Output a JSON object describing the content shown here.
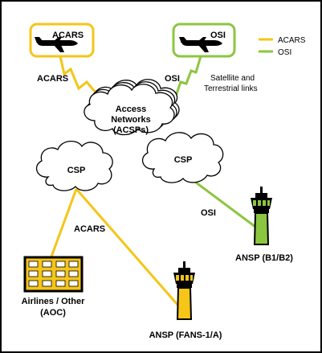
{
  "colors": {
    "acars": "#f5c518",
    "osi": "#8cc63f",
    "outline": "#000000",
    "background": "#ffffff"
  },
  "legend": {
    "acars_label": "ACARS",
    "osi_label": "OSI"
  },
  "aircraft": {
    "acars_label": "ACARS",
    "osi_label": "OSI"
  },
  "links": {
    "acars_upper": "ACARS",
    "osi_upper": "OSI",
    "satellite_line1": "Satellite and",
    "satellite_line2": "Terrestrial links",
    "osi_lower": "OSI",
    "acars_lower": "ACARS"
  },
  "clouds": {
    "access_line1": "Access",
    "access_line2": "Networks",
    "access_line3": "(ACSPs)",
    "csp_left": "CSP",
    "csp_right": "CSP"
  },
  "nodes": {
    "airlines_line1": "Airlines / Other",
    "airlines_line2": "(AOC)",
    "ansp_b1b2": "ANSP (B1/B2)",
    "ansp_fans": "ANSP (FANS-1/A)"
  },
  "icons": [
    "airplane-icon",
    "cloud-icon",
    "control-tower-icon",
    "building-icon"
  ]
}
